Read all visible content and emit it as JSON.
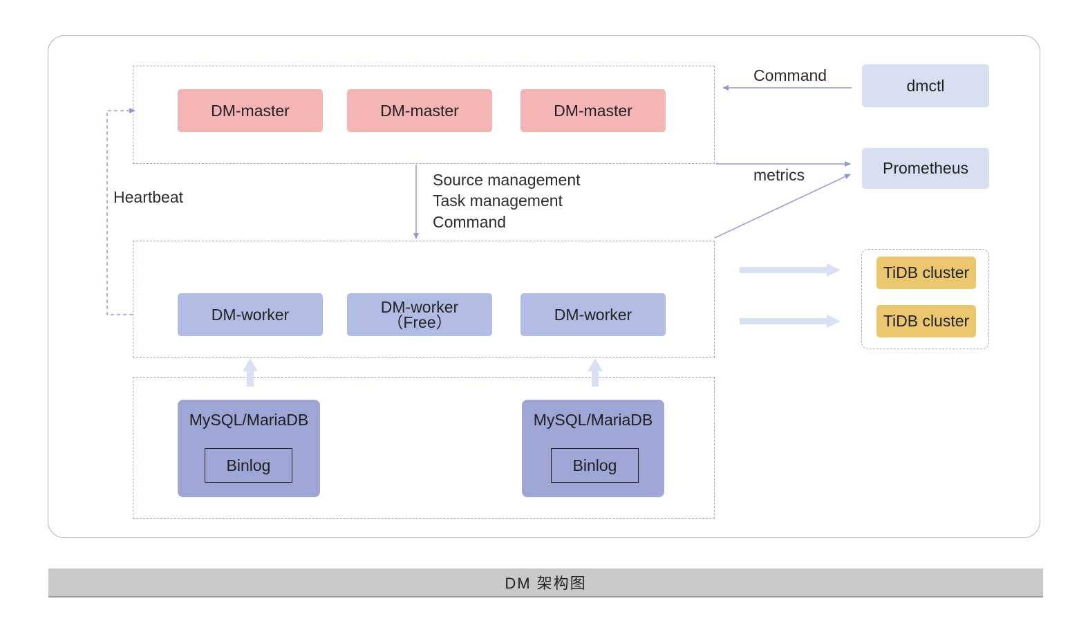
{
  "diagram": {
    "masters": [
      "DM-master",
      "DM-master",
      "DM-master"
    ],
    "workers": {
      "left": "DM-worker",
      "free_line1": "DM-worker",
      "free_line2": "（Free）",
      "right": "DM-worker"
    },
    "sources": [
      {
        "title": "MySQL/MariaDB",
        "binlog": "Binlog"
      },
      {
        "title": "MySQL/MariaDB",
        "binlog": "Binlog"
      }
    ],
    "tools": {
      "dmctl": "dmctl",
      "prometheus": "Prometheus"
    },
    "targets": [
      "TiDB cluster",
      "TiDB cluster"
    ],
    "labels": {
      "command_top": "Command",
      "metrics": "metrics",
      "heartbeat": "Heartbeat",
      "mgmt_lines": [
        "Source management",
        "Task management",
        "Command"
      ]
    },
    "colors": {
      "master": "#f4b4b4",
      "worker": "#b0bce3",
      "tool": "#d7dff1",
      "tidb": "#eac76f",
      "database": "#9ea6d6",
      "connector": "#8f98cf",
      "flow_arrow": "#d9e0f2"
    }
  },
  "caption": "DM 架构图"
}
